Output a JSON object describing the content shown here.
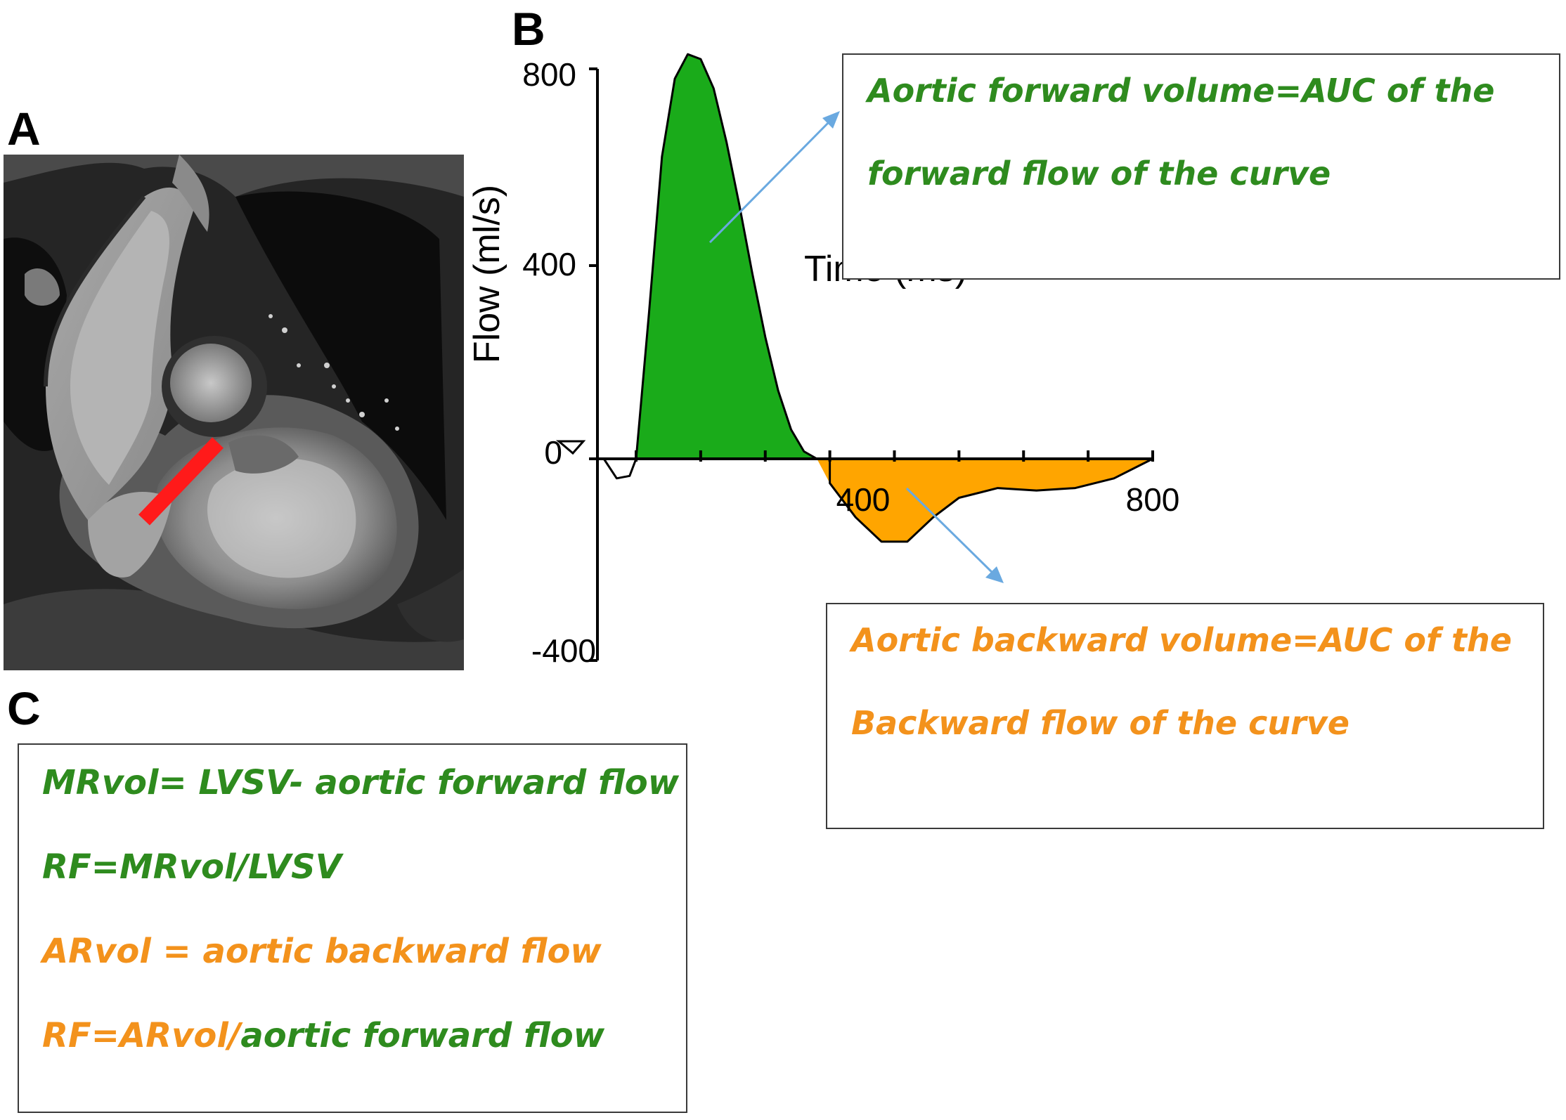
{
  "panels": {
    "a": "A",
    "b": "B",
    "c": "C"
  },
  "colors": {
    "forward": "#1aab1a",
    "backward": "#ffa500",
    "green_text": "#2e8b1e",
    "orange_text": "#f3921c",
    "arrow": "#6aa9e0",
    "marker": "#ff1a1a"
  },
  "mri": {
    "description_icon": "cardiac-mri-image"
  },
  "chart_data": {
    "type": "area",
    "ylabel": "Flow (ml/s)",
    "xlabel": "Time (ms)",
    "y_ticks": [
      "800",
      "400",
      "0",
      "-400"
    ],
    "x_ticks": [
      "400",
      "800"
    ],
    "xlim": [
      -50,
      800
    ],
    "ylim": [
      -400,
      800
    ],
    "series": [
      {
        "name": "",
        "x": [
          -50,
          -30,
          -10,
          0,
          20,
          40,
          60,
          80,
          100,
          120,
          140,
          160,
          180,
          200,
          220,
          240,
          260,
          280,
          300
        ],
        "y": [
          0,
          -40,
          -35,
          0,
          300,
          620,
          780,
          830,
          820,
          760,
          650,
          520,
          380,
          250,
          140,
          60,
          15,
          0,
          0
        ]
      },
      {
        "name": "",
        "x": [
          280,
          300,
          340,
          380,
          420,
          460,
          500,
          560,
          620,
          680,
          740,
          800
        ],
        "y": [
          0,
          -50,
          -120,
          -170,
          -170,
          -120,
          -80,
          -60,
          -65,
          -60,
          -40,
          0
        ]
      }
    ]
  },
  "forward_box": {
    "line1": "Aortic forward volume=AUC of the",
    "line2": "forward flow of the curve"
  },
  "backward_box": {
    "line1": "Aortic backward volume=AUC of the",
    "line2": "Backward flow of the curve"
  },
  "formulas": {
    "f1": "MRvol= LVSV- aortic forward flow",
    "f2": "RF=MRvol/LVSV",
    "f3": "ARvol = aortic backward flow",
    "f4_a": "RF=ARvol/",
    "f4_b": "aortic forward flow"
  }
}
